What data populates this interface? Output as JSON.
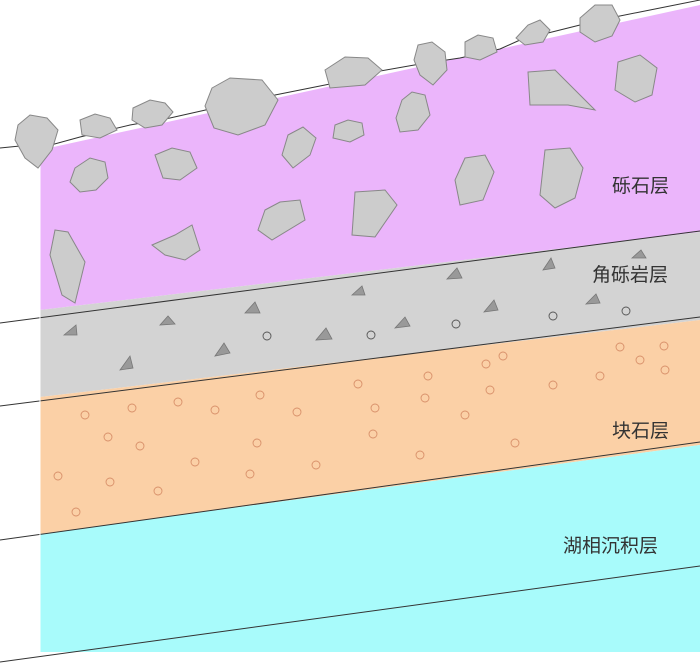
{
  "layers": [
    {
      "id": "gravel",
      "label": "砾石层",
      "fill": "#ebb5fb"
    },
    {
      "id": "breccia",
      "label": "角砾岩层",
      "fill": "#d3d3d3"
    },
    {
      "id": "boulder",
      "label": "块石层",
      "fill": "#fbd0a6"
    },
    {
      "id": "lacustrine",
      "label": "湖相沉积层",
      "fill": "#a8fbfb"
    }
  ],
  "colors": {
    "clast_fill": "#cccccc",
    "clast_stroke": "#888888",
    "triangle_fill": "#999999",
    "boulder_circle": "#d8906a",
    "breccia_circle": "#555555",
    "boundary_line": "#333333"
  }
}
